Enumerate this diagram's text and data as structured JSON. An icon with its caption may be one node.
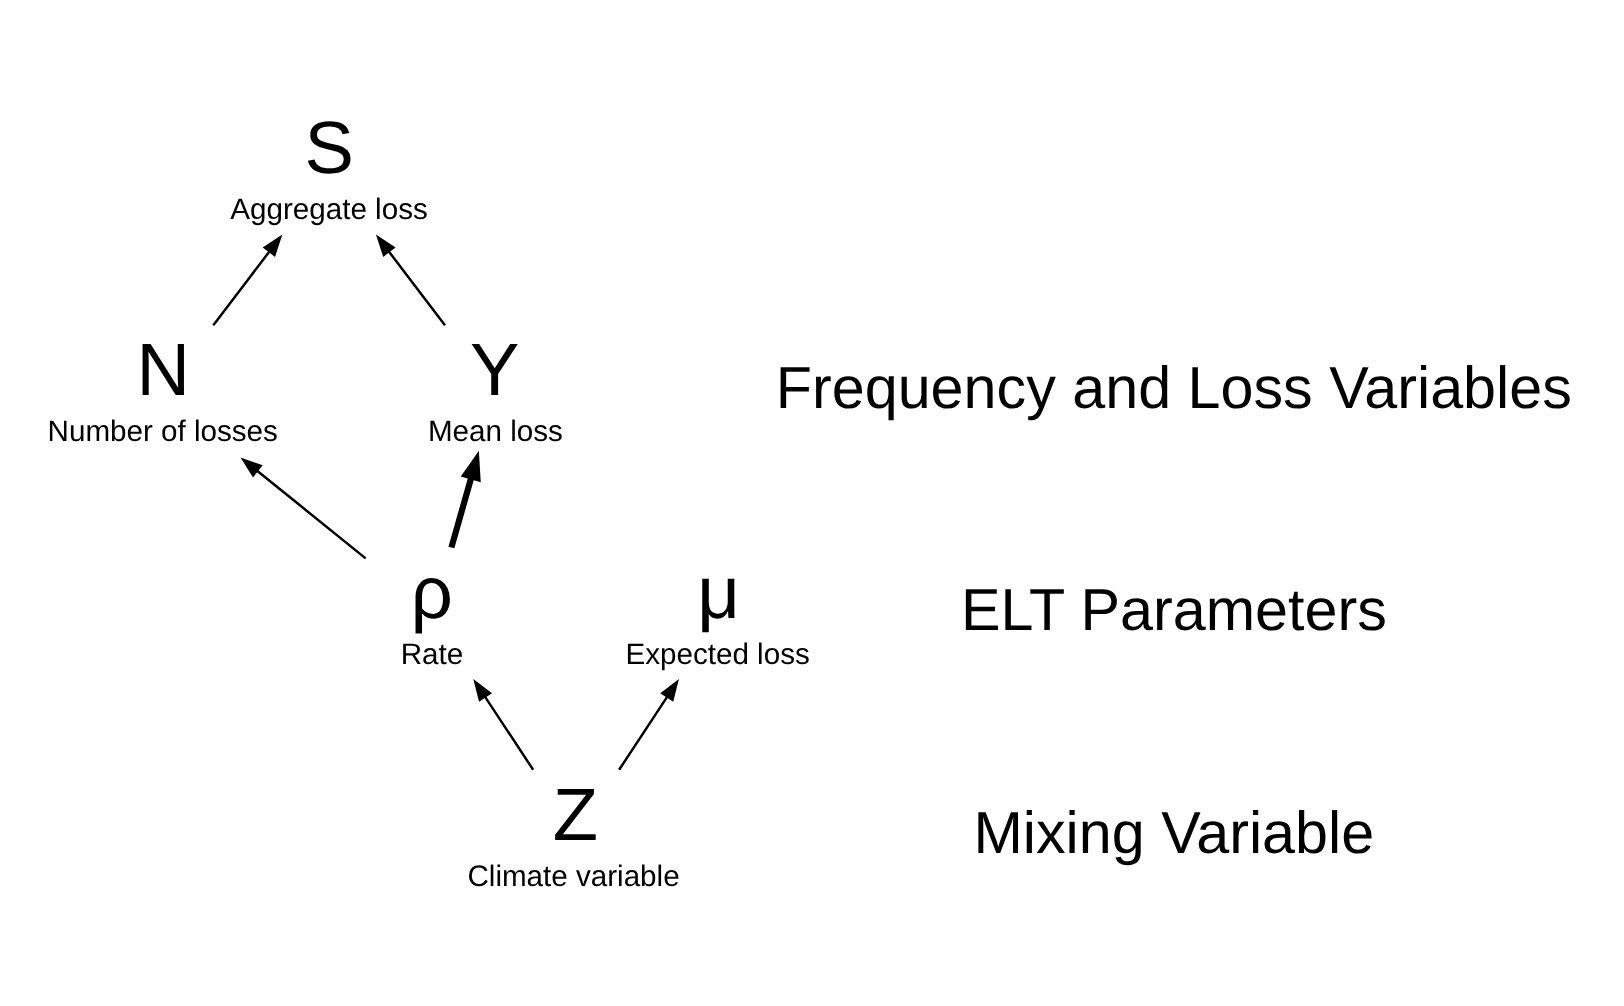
{
  "diagram": {
    "nodes": [
      {
        "text": [
          "S",
          "Aggregate loss"
        ]
      },
      {
        "text": [
          "N",
          "Number of losses"
        ]
      },
      {
        "text": [
          "Y",
          "Mean loss"
        ]
      },
      {
        "text": [
          "ρ",
          "Rate"
        ]
      },
      {
        "text": [
          "μ",
          "Expected loss"
        ]
      },
      {
        "text": [
          "Z",
          "Climate variable"
        ]
      }
    ],
    "edges": [
      {
        "from": 1,
        "to": 0,
        "arrow": "to"
      },
      {
        "from": 2,
        "to": 0,
        "arrow": "to"
      },
      {
        "from": 3,
        "to": 1,
        "arrow": "to"
      },
      {
        "from": 3,
        "to": 2,
        "arrow": "to",
        "style": "thick"
      },
      {
        "from": 5,
        "to": 3,
        "arrow": "to"
      },
      {
        "from": 5,
        "to": 4,
        "arrow": "to"
      }
    ],
    "labels": [
      "Frequency and Loss Variables",
      "ELT Parameters",
      "Mixing Variable"
    ]
  }
}
